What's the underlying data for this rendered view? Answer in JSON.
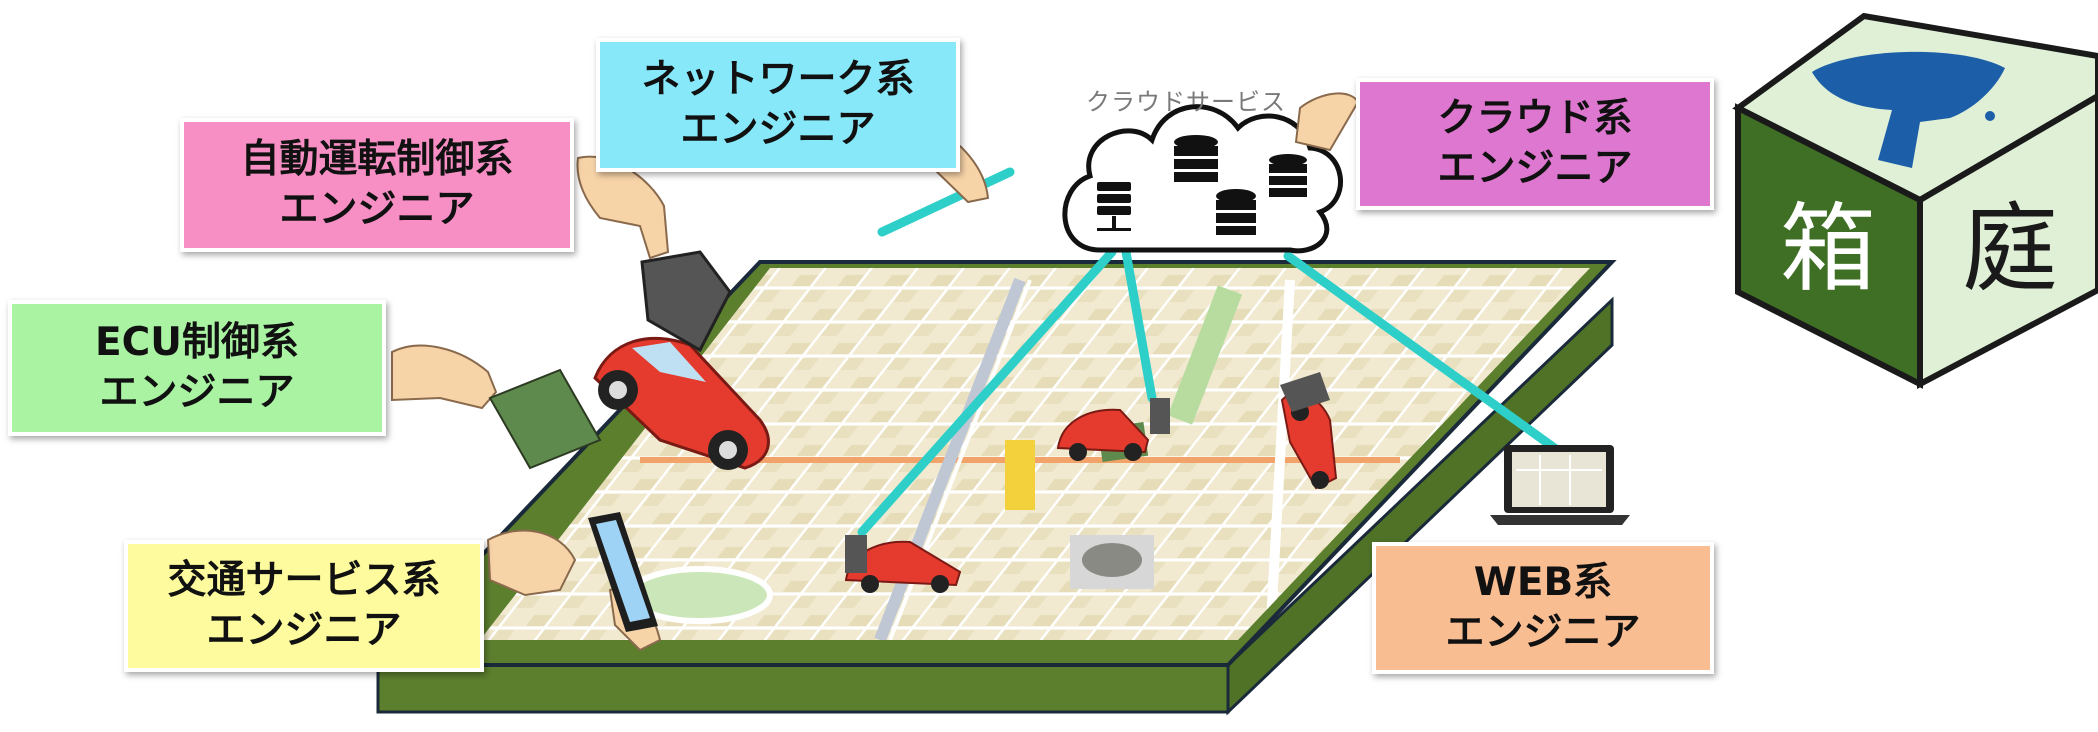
{
  "labels": {
    "autonomous": {
      "line1": "自動運転制御系",
      "line2": "エンジニア",
      "color": "#f78fc4"
    },
    "network": {
      "line1": "ネットワーク系",
      "line2": "エンジニア",
      "color": "#86e8f9"
    },
    "cloud": {
      "line1": "クラウド系",
      "line2": "エンジニア",
      "color": "#de77cf"
    },
    "ecu": {
      "line1": "ECU制御系",
      "line2": "エンジニア",
      "color": "#a9f3a3"
    },
    "traffic": {
      "line1": "交通サービス系",
      "line2": "エンジニア",
      "color": "#fdfb9d"
    },
    "web": {
      "line1": "WEB系",
      "line2": "エンジニア",
      "color": "#f9bd92"
    }
  },
  "cloud_service": {
    "caption": "クラウドサービス"
  },
  "logo": {
    "char_left": "箱",
    "char_right": "庭",
    "cube_dark": "#3f6f24",
    "cube_light": "#dff0d6",
    "emblem_color": "#1c5ea8"
  },
  "colors": {
    "connection": "#2ecfc9",
    "board_side": "#5c7f2e",
    "board_base": "#a04a16",
    "map_bg": "#f1ead0"
  }
}
